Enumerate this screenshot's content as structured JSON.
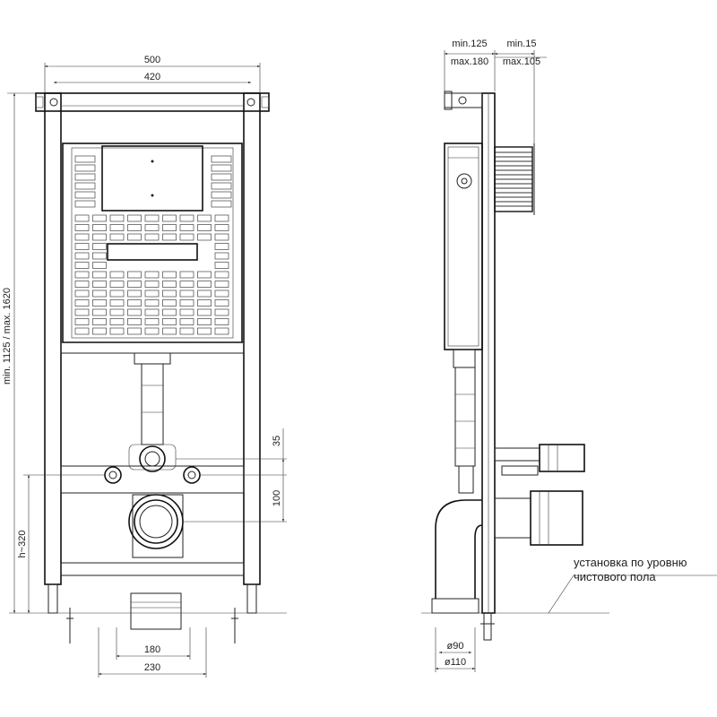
{
  "front_view": {
    "dim_width_total": "500",
    "dim_width_inner": "420",
    "dim_height": "min. 1125 / max. 1620",
    "dim_h_outlet": "h~320",
    "dim_35": "35",
    "dim_100": "100",
    "dim_180": "180",
    "dim_230": "230"
  },
  "side_view": {
    "dim_depth_min1": "min.125",
    "dim_depth_max1": "max.180",
    "dim_depth_min2": "min.15",
    "dim_depth_max2": "max.105",
    "dim_d90": "ø90",
    "dim_d110": "ø110",
    "floor_note_line1": "установка по уровню",
    "floor_note_line2": "чистового пола"
  }
}
